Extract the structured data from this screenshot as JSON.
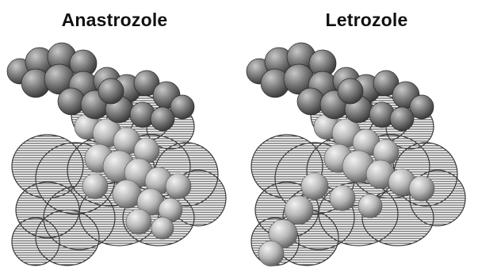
{
  "panels": [
    {
      "title": "Anastrozole",
      "variant": "anastrozole"
    },
    {
      "title": "Letrozole",
      "variant": "letrozole"
    }
  ],
  "colors": {
    "background": "#ffffff",
    "title": "#111111",
    "protein_sphere": "#7a7a7a",
    "ligand_sphere": "#b8b8b8",
    "mesh": "#3a3a3a"
  }
}
